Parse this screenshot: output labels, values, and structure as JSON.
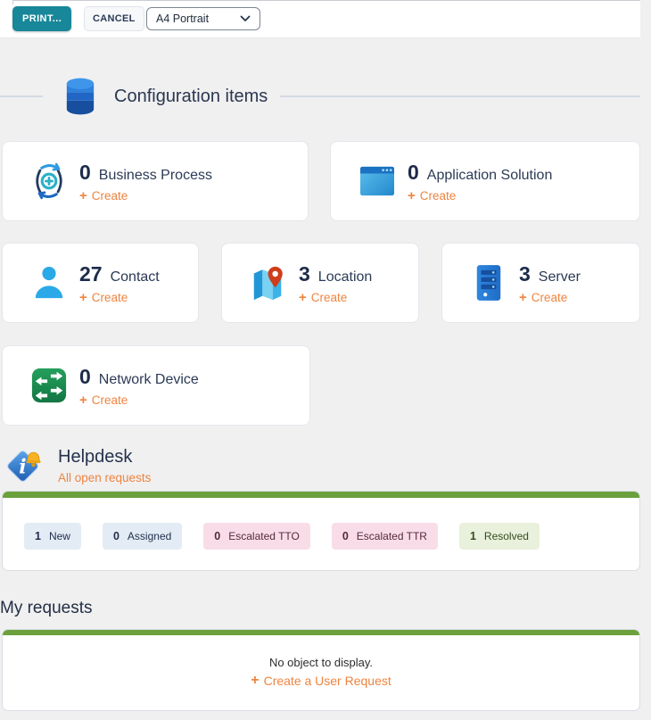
{
  "toolbar": {
    "print_label": "PRINT...",
    "cancel_label": "CANCEL",
    "page_format": {
      "selected": "A4 Portrait"
    }
  },
  "glyphs": {
    "plus": "+"
  },
  "config_items": {
    "title": "Configuration items",
    "cards": [
      {
        "count": "0",
        "label": "Business Process",
        "create_label": "Create"
      },
      {
        "count": "0",
        "label": "Application Solution",
        "create_label": "Create"
      },
      {
        "count": "27",
        "label": "Contact",
        "create_label": "Create"
      },
      {
        "count": "3",
        "label": "Location",
        "create_label": "Create"
      },
      {
        "count": "3",
        "label": "Server",
        "create_label": "Create"
      },
      {
        "count": "0",
        "label": "Network Device",
        "create_label": "Create"
      }
    ]
  },
  "helpdesk": {
    "title": "Helpdesk",
    "link": "All open requests",
    "badges": [
      {
        "count": "1",
        "label": "New"
      },
      {
        "count": "0",
        "label": "Assigned"
      },
      {
        "count": "0",
        "label": "Escalated TTO"
      },
      {
        "count": "0",
        "label": "Escalated TTR"
      },
      {
        "count": "1",
        "label": "Resolved"
      }
    ]
  },
  "my_requests": {
    "title": "My requests",
    "empty_message": "No object to display.",
    "create_label": "Create a User Request"
  },
  "colors": {
    "accent_orange": "#ee8440",
    "teal_button": "#18879a",
    "panel_green": "#6ba03c",
    "navy_text": "#25324c"
  }
}
